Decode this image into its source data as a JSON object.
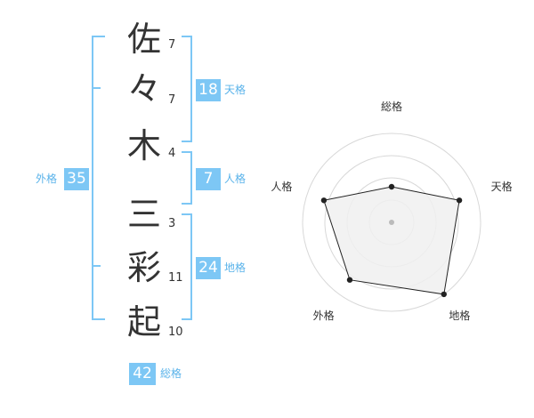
{
  "name": {
    "characters": [
      {
        "char": "佐",
        "strokes": "7"
      },
      {
        "char": "々",
        "strokes": "7"
      },
      {
        "char": "木",
        "strokes": "4"
      },
      {
        "char": "三",
        "strokes": "3"
      },
      {
        "char": "彩",
        "strokes": "11"
      },
      {
        "char": "起",
        "strokes": "10"
      }
    ]
  },
  "fortune": {
    "tenkaku": {
      "value": "18",
      "label": "天格"
    },
    "jinkaku": {
      "value": "7",
      "label": "人格"
    },
    "chikaku": {
      "value": "24",
      "label": "地格"
    },
    "gaikaku": {
      "value": "35",
      "label": "外格"
    },
    "soukaku": {
      "value": "42",
      "label": "総格"
    }
  },
  "colors": {
    "accent": "#7dc7f5",
    "accent_text": "#5ab3ea",
    "text": "#333333",
    "grid": "#d8d8d8",
    "radar_fill": "#f0f0f0"
  },
  "chart_data": {
    "type": "radar",
    "axes": [
      "総格",
      "天格",
      "地格",
      "外格",
      "人格"
    ],
    "values": [
      2,
      4,
      5,
      4,
      4
    ],
    "rmax": 5,
    "rings": 4
  }
}
